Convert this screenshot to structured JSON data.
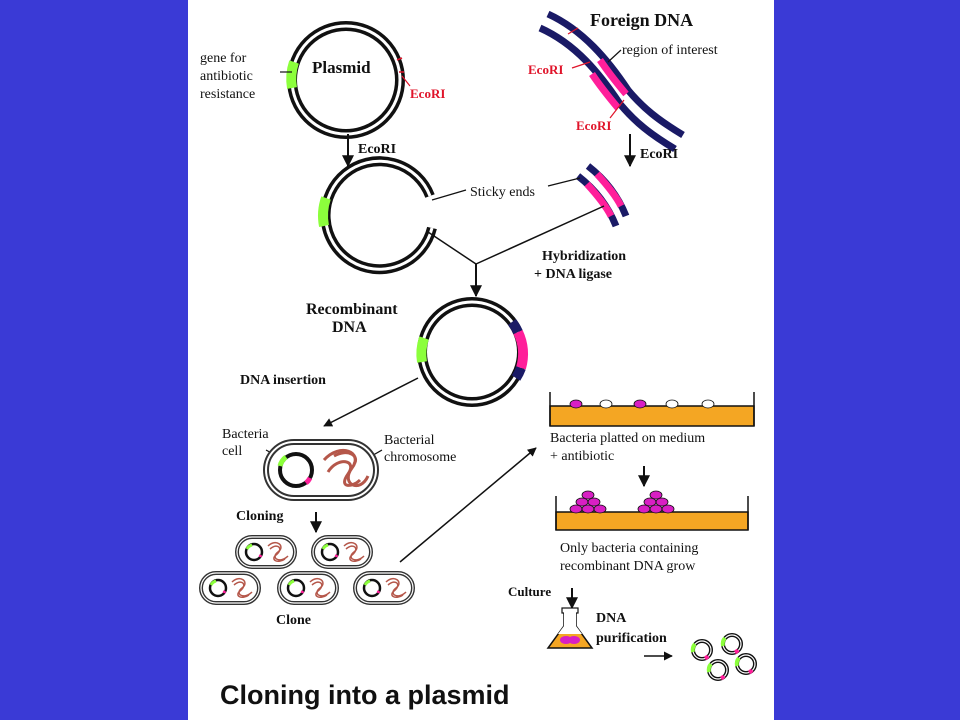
{
  "labels": {
    "gene_for": "gene for",
    "antibiotic": "antibiotic",
    "resistance": "resistance",
    "plasmid": "Plasmid",
    "ecori_plasmid": "EcoRI",
    "foreign_dna": "Foreign DNA",
    "region_of_interest": "region of interest",
    "ecori_foreign_1": "EcoRI",
    "ecori_foreign_2": "EcoRI",
    "ecori_arrow_left": "EcoRI",
    "ecori_arrow_right": "EcoRI",
    "sticky_ends": "Sticky ends",
    "hybridization": "Hybridization",
    "dna_ligase": "+ DNA ligase",
    "recombinant": "Recombinant",
    "recombinant_dna": "DNA",
    "dna_insertion": "DNA insertion",
    "bacteria": "Bacteria",
    "cell": "cell",
    "bacterial": "Bacterial",
    "chromosome": "chromosome",
    "cloning": "Cloning",
    "clone": "Clone",
    "platted_1": "Bacteria platted on medium",
    "platted_2": "+ antibiotic",
    "only_1": "Only bacteria containing",
    "only_2": "recombinant DNA grow",
    "culture": "Culture",
    "dna": "DNA",
    "purification": "purification",
    "title": "Cloning into a plasmid"
  },
  "colors": {
    "background": "#3a3ad6",
    "panel": "#ffffff",
    "dna_navy": "#1a1a66",
    "insert_pink": "#ff1f9a",
    "resistance_green": "#8cff3c",
    "enzyme_red": "#e0142a",
    "medium_orange": "#f4a623",
    "chromosome_brown": "#b5574a",
    "colony_magenta": "#d81fc4"
  }
}
